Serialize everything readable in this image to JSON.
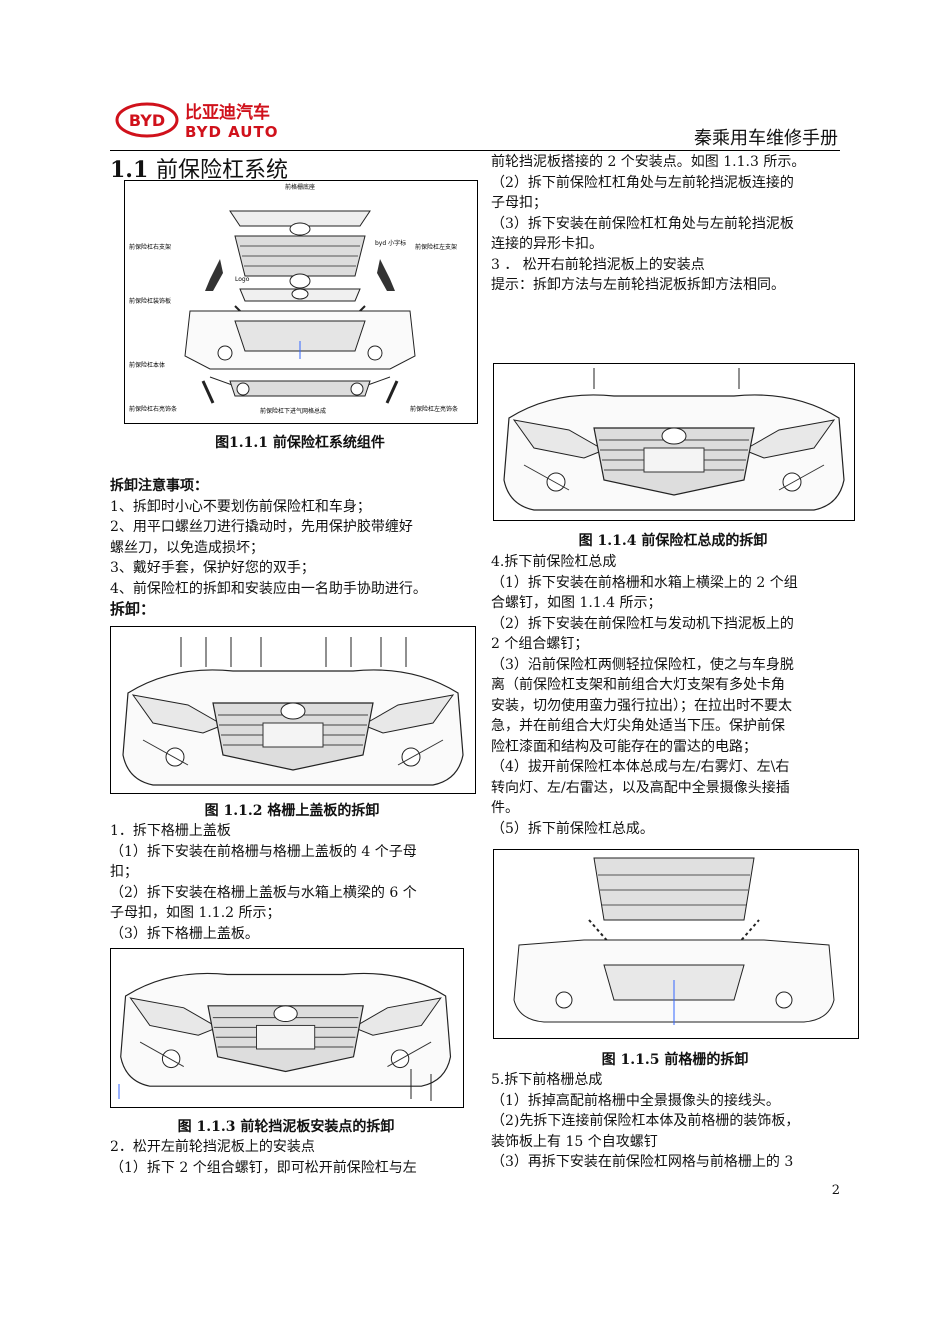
{
  "header": {
    "brand_cn": "比亚迪汽车",
    "brand_en": "BYD AUTO",
    "logo_text": "BYD",
    "manual_title": "秦乘用车维修手册"
  },
  "section": {
    "number": "1.1",
    "title": "前保险杠系统"
  },
  "figures": {
    "f111": {
      "caption": "图1.1.1  前保险杠系统组件",
      "labels": {
        "top": "前格栅底座",
        "right_bracket_l": "前保险杠右支架",
        "left_bracket": "前保险杠左支架",
        "byd_badge": "byd 小字标",
        "logo": "Logo",
        "trim": "前保险杠装饰板",
        "body": "前保险杠本体",
        "right_trim_strip": "前保险杠右亮饰条",
        "lower_grille": "前保险杠下进气网格总成",
        "left_trim_strip": "前保险杠左亮饰条"
      }
    },
    "f112": {
      "caption": "图 1.1.2  格栅上盖板的拆卸"
    },
    "f113": {
      "caption": "图 1.1.3  前轮挡泥板安装点的拆卸"
    },
    "f114": {
      "caption": "图 1.1.4  前保险杠总成的拆卸"
    },
    "f115": {
      "caption": "图 1.1.5  前格栅的拆卸"
    }
  },
  "left": {
    "notes_title": "拆卸注意事项：",
    "notes": [
      "1、拆卸时小心不要划伤前保险杠和车身；",
      "2、用平口螺丝刀进行撬动时，先用保护胶带缠好",
      "螺丝刀，以免造成损坏；",
      "3、戴好手套，保护好您的双手；",
      "4、前保险杠的拆卸和安装应由一名助手协助进行。"
    ],
    "remove_title": "拆卸：",
    "step1": [
      "1．拆下格栅上盖板",
      "（1）拆下安装在前格栅与格栅上盖板的 4 个子母",
      "扣；",
      "（2）拆下安装在格栅上盖板与水箱上横梁的 6 个",
      "子母扣，如图 1.1.2 所示；",
      "（3）拆下格栅上盖板。"
    ],
    "step2": [
      "2．松开左前轮挡泥板上的安装点",
      "（1）拆下 2 个组合螺钉，即可松开前保险杠与左"
    ]
  },
  "right": {
    "top": [
      "前轮挡泥板搭接的 2 个安装点。如图 1.1.3 所示。",
      "（2）拆下前保险杠杠角处与左前轮挡泥板连接的",
      "子母扣；",
      "（3）拆下安装在前保险杠杠角处与左前轮挡泥板",
      "连接的异形卡扣。",
      "3 ． 松开右前轮挡泥板上的安装点",
      "提示：拆卸方法与左前轮挡泥板拆卸方法相同。"
    ],
    "step4": [
      "4.拆下前保险杠总成",
      "（1）拆下安装在前格栅和水箱上横梁上的 2 个组",
      "合螺钉，如图 1.1.4 所示；",
      "（2）拆下安装在前保险杠与发动机下挡泥板上的",
      "2 个组合螺钉；",
      "（3）沿前保险杠两侧轻拉保险杠，使之与车身脱",
      "离（前保险杠支架和前组合大灯支架有多处卡角",
      "安装，切勿使用蛮力强行拉出）；在拉出时不要太",
      "急，并在前组合大灯尖角处适当下压。保护前保",
      "险杠漆面和结构及可能存在的雷达的电路；",
      "（4）拔开前保险杠本体总成与左/右雾灯、左\\右",
      "转向灯、左/右雷达，以及高配中全景摄像头接插",
      "件。",
      "（5）拆下前保险杠总成。"
    ],
    "step5": [
      "5.拆下前格栅总成",
      "（1）拆掉高配前格栅中全景摄像头的接线头。",
      "（2)先拆下连接前保险杠本体及前格栅的装饰板，",
      "装饰板上有 15 个自攻螺钉",
      "（3）再拆下安装在前保险杠网格与前格栅上的 3"
    ]
  },
  "page_number": "2",
  "colors": {
    "brand_red": "#d0111b"
  }
}
